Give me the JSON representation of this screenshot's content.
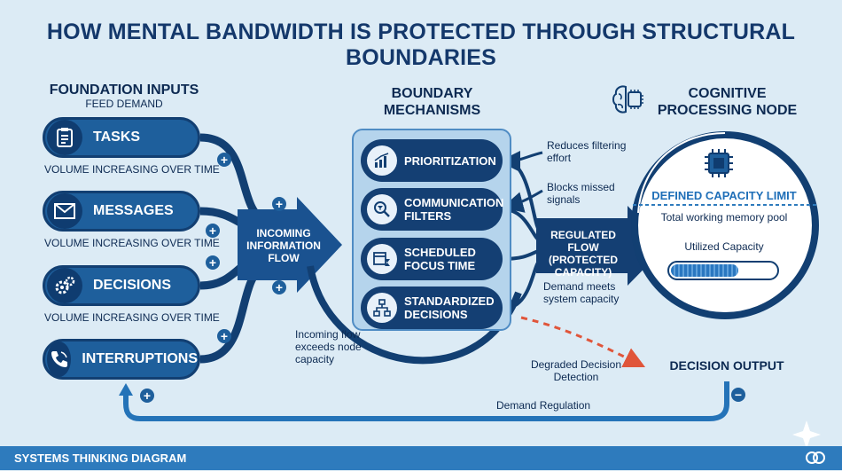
{
  "title": "HOW MENTAL BANDWIDTH IS PROTECTED THROUGH STRUCTURAL BOUNDARIES",
  "inputs": {
    "heading": "FOUNDATION INPUTS",
    "subheading": "FEED DEMAND",
    "items": [
      {
        "label": "TASKS",
        "icon": "clipboard-icon",
        "note": "VOLUME INCREASING OVER TIME"
      },
      {
        "label": "MESSAGES",
        "icon": "envelope-icon",
        "note": "VOLUME INCREASING OVER TIME"
      },
      {
        "label": "DECISIONS",
        "icon": "gears-icon",
        "note": "VOLUME INCREASING OVER TIME"
      },
      {
        "label": "INTERRUPTIONS",
        "icon": "phone-icon"
      }
    ]
  },
  "incoming_flow": "INCOMING INFORMATION FLOW",
  "boundary": {
    "heading": "BOUNDARY MECHANISMS",
    "items": [
      {
        "label": "PRIORITIZATION",
        "icon": "bar-chart-icon"
      },
      {
        "label": "COMMUNICATION FILTERS",
        "icon": "filter-magnifier-icon"
      },
      {
        "label": "SCHEDULED FOCUS TIME",
        "icon": "calendar-hourglass-icon"
      },
      {
        "label": "STANDARDIZED DECISIONS",
        "icon": "flowchart-icon"
      }
    ]
  },
  "notes": {
    "reduces": "Reduces filtering effort",
    "blocks": "Blocks missed signals",
    "demand_meets": "Demand meets system capacity",
    "exceeds": "Incoming flow exceeds node capacity",
    "degraded": "Degraded Decision Detection",
    "regulation": "Demand Regulation"
  },
  "regulated_flow": "REGULATED FLOW (PROTECTED CAPACITY)",
  "node": {
    "heading": "COGNITIVE PROCESSING NODE",
    "capacity_limit": "DEFINED CAPACITY LIMIT",
    "pool": "Total working memory pool",
    "utilized": "Utilized Capacity",
    "utilized_fraction": 0.62
  },
  "decision_output": "DECISION OUTPUT",
  "footer": "SYSTEMS THINKING DIAGRAM",
  "colors": {
    "navy": "#123f72",
    "blue": "#1e5f9c",
    "accent_red": "#e0553a",
    "background": "#dcebf5"
  }
}
